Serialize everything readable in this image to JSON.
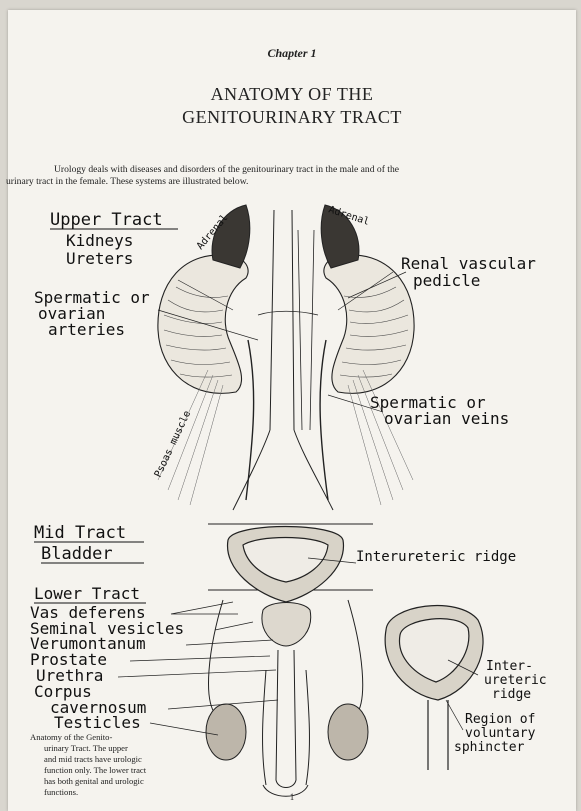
{
  "chapter": "Chapter 1",
  "title_line1": "ANATOMY OF THE",
  "title_line2": "GENITOURINARY TRACT",
  "intro_line1": "Urology deals with diseases and disorders of the genitourinary tract in the male and of the",
  "intro_line2": "urinary tract in the female.  These systems are illustrated below.",
  "labels": {
    "upper_tract": "Upper Tract",
    "kidneys": "Kidneys",
    "ureters": "Ureters",
    "adrenal_left": "Adrenal",
    "adrenal_right": "Adrenal",
    "renal_vascular": "Renal vascular",
    "pedicle": "pedicle",
    "spermatic_or": "Spermatic or",
    "ovarian": "ovarian",
    "arteries": "arteries",
    "psoas_muscle": "Psoas muscle",
    "spermatic_or_veins": "Spermatic or",
    "ovarian_veins": "ovarian   veins",
    "mid_tract": "Mid Tract",
    "bladder": "Bladder",
    "interureteric_ridge": "Interureteric ridge",
    "lower_tract": "Lower Tract",
    "vas_deferens": "Vas deferens",
    "seminal_vesicles": "Seminal vesicles",
    "verumontanum": "Verumontanum",
    "prostate": "Prostate",
    "urethra": "Urethra",
    "corpus": "Corpus",
    "cavernosum": "cavernosum",
    "testicles": "Testicles",
    "inter": "Inter-",
    "ureteric": "ureteric",
    "ridge": "ridge",
    "region_of": "Region of",
    "voluntary": "voluntary",
    "sphincter": "sphincter"
  },
  "caption": {
    "line1": "Anatomy of the Genito-",
    "line2": "urinary Tract.  The upper",
    "line3": "and mid tracts have urologic",
    "line4": "function only.  The lower tract",
    "line5": "has both genital and urologic",
    "line6": "functions."
  },
  "page_number": "1"
}
